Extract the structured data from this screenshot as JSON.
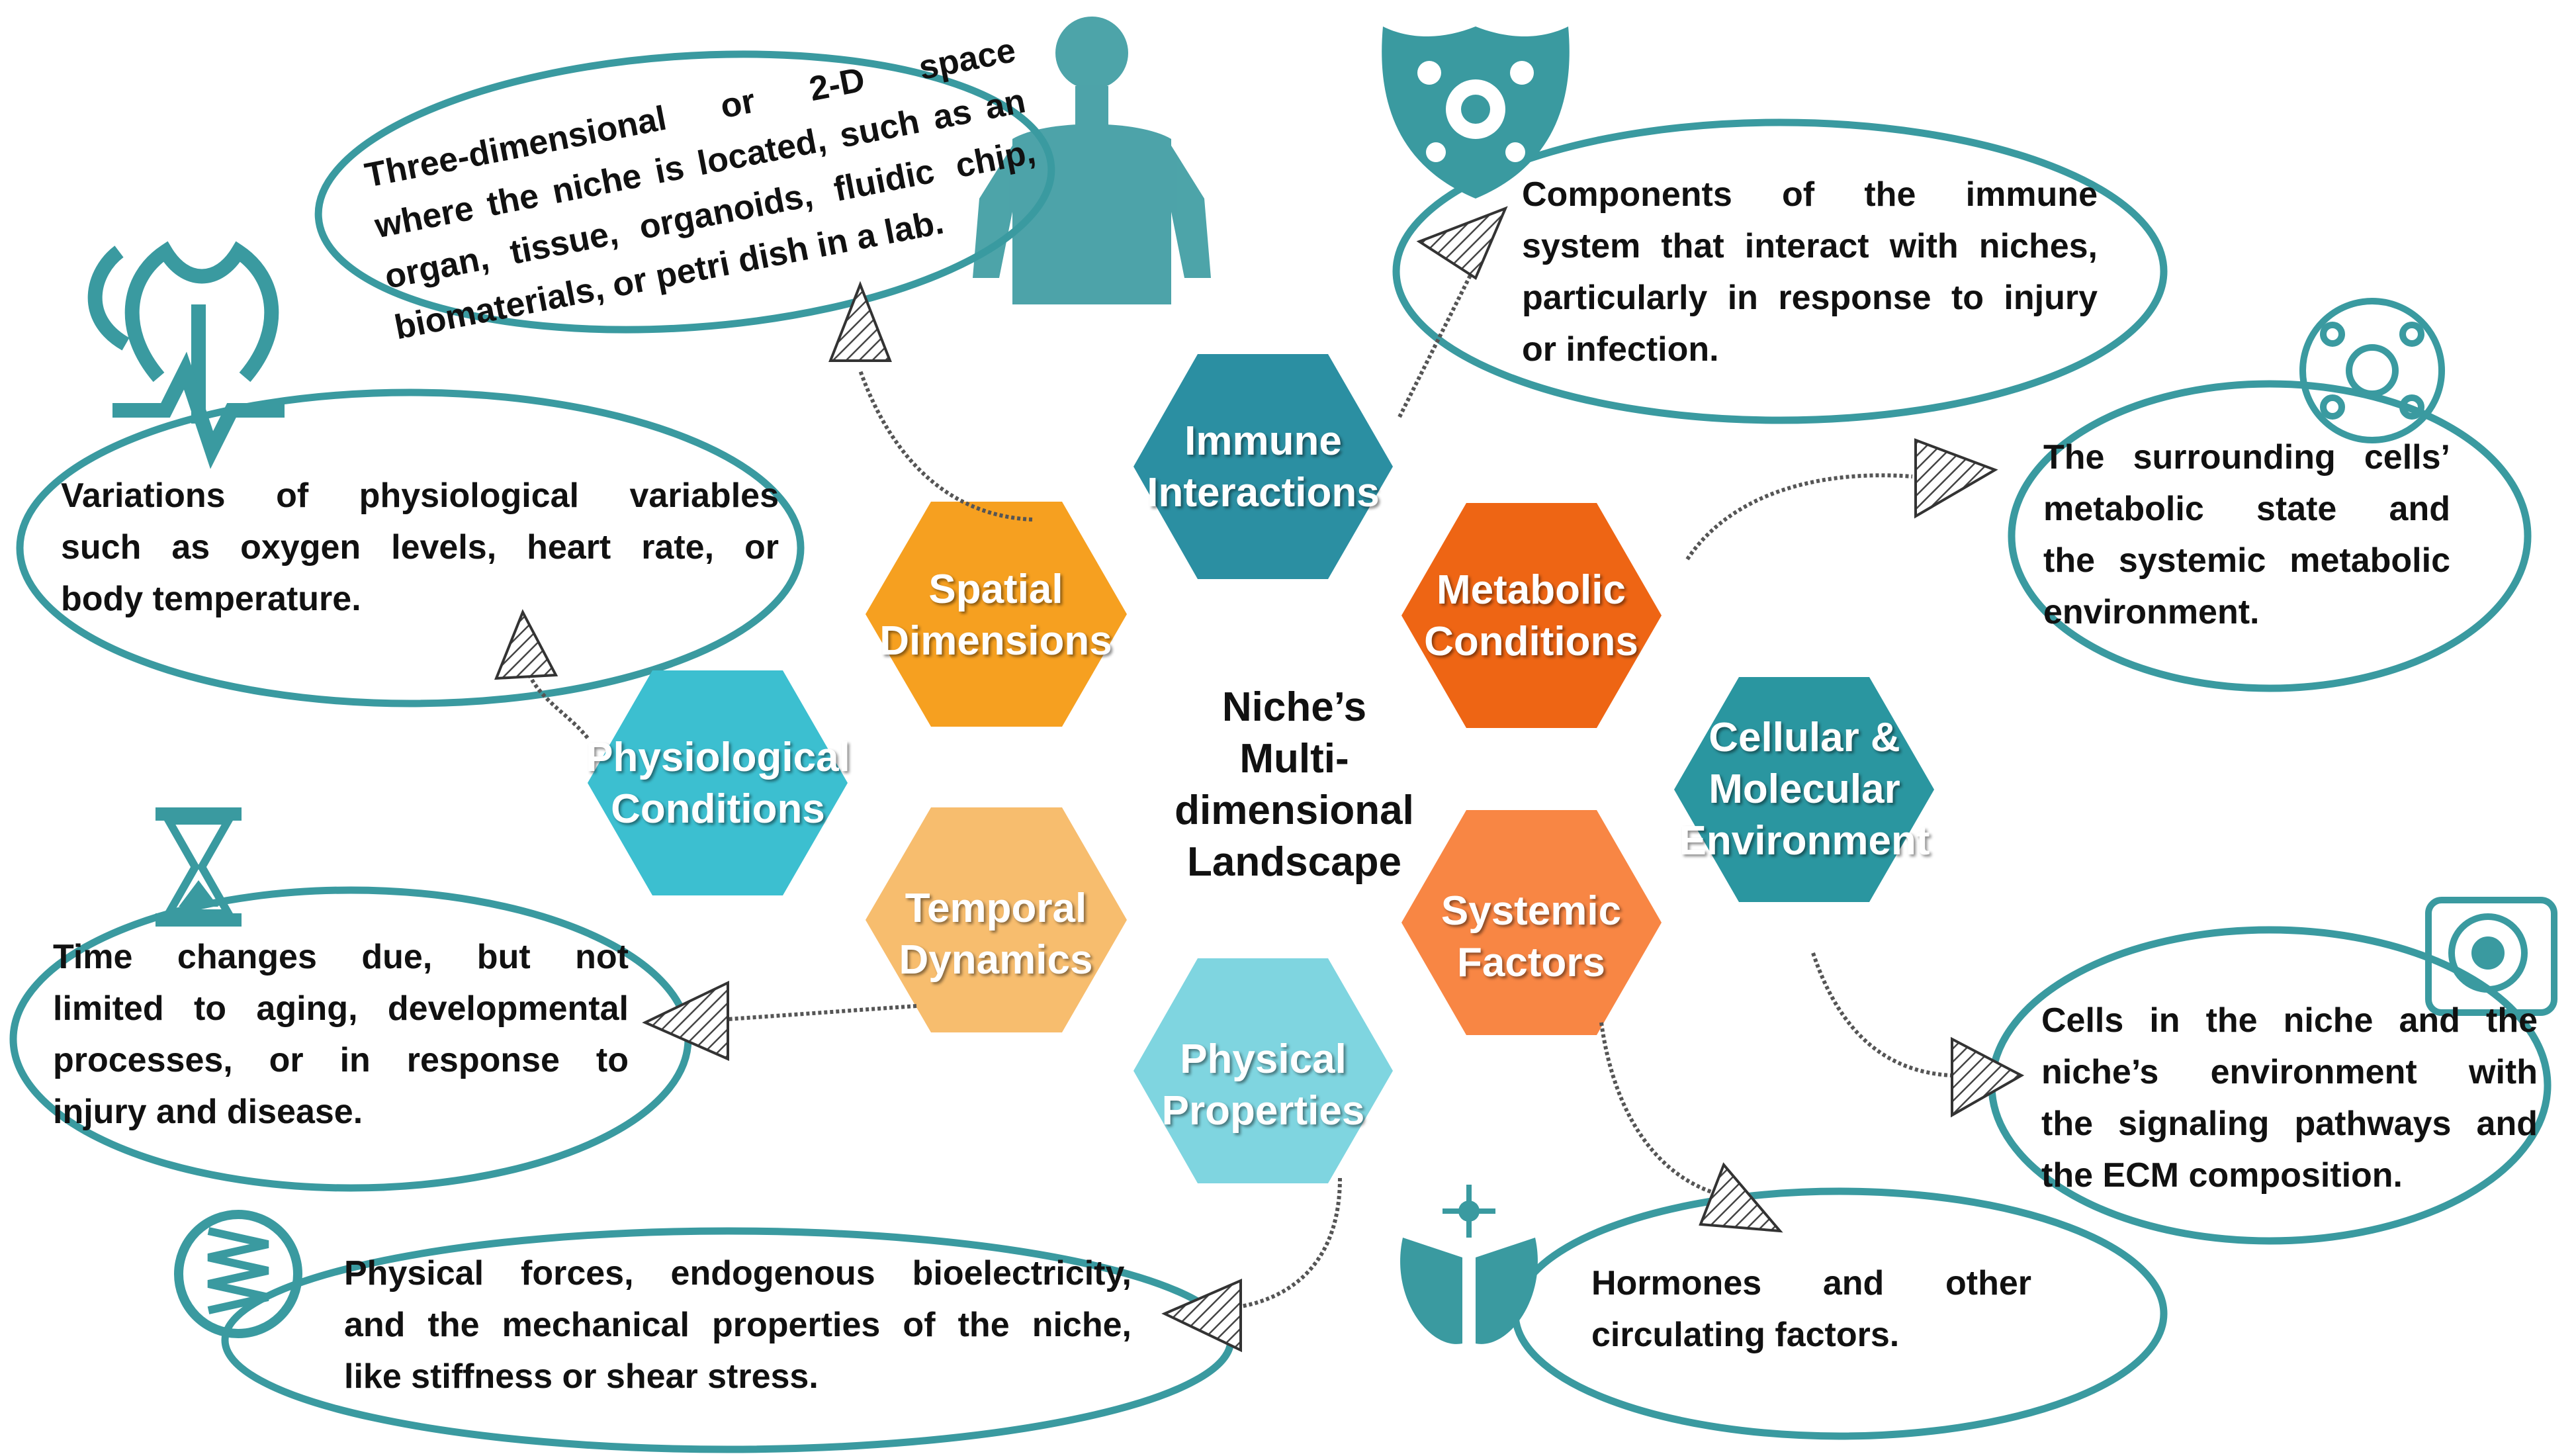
{
  "colors": {
    "ellipse_outline": "#3a9aa0",
    "icon": "#3a9aa0",
    "arrow": "#555555",
    "hex": {
      "immune": "#2b8fa2",
      "spatial": "#f6a020",
      "metabolic": "#ee6514",
      "physiological": "#3cbfd0",
      "cellular": "#2a96a0",
      "temporal": "#f7bd6e",
      "systemic": "#f88644",
      "physical": "#7fd5e0"
    }
  },
  "center": {
    "lines": [
      "Niche’s",
      "Multi-",
      "dimensional",
      "Landscape"
    ]
  },
  "hexagons": {
    "immune": {
      "lines": [
        "Immune",
        "Interactions"
      ]
    },
    "spatial": {
      "lines": [
        "Spatial",
        "Dimensions"
      ]
    },
    "metabolic": {
      "lines": [
        "Metabolic",
        "Conditions"
      ]
    },
    "physiological": {
      "lines": [
        "Physiological",
        "Conditions"
      ]
    },
    "cellular": {
      "lines": [
        "Cellular &",
        "Molecular",
        "Environment"
      ]
    },
    "temporal": {
      "lines": [
        "Temporal",
        "Dynamics"
      ]
    },
    "systemic": {
      "lines": [
        "Systemic",
        "Factors"
      ]
    },
    "physical": {
      "lines": [
        "Physical",
        "Properties"
      ]
    }
  },
  "descriptions": {
    "spatial": [
      "Three-dimensional or 2-D space",
      "where the niche is located, such as an",
      "organ, tissue, organoids, fluidic chip,",
      "biomaterials, or petri dish in a lab."
    ],
    "immune": [
      "Components of the immune",
      "system that interact with niches,",
      "particularly in response to injury",
      "or infection."
    ],
    "physiological": [
      "Variations of physiological variables",
      "such as oxygen levels, heart rate, or",
      "body temperature."
    ],
    "metabolic": [
      "The surrounding cells’",
      "metabolic state and",
      "the systemic metabolic",
      "environment."
    ],
    "temporal": [
      "Time changes due, but not",
      "limited to aging, developmental",
      "processes, or in response to",
      "injury and disease."
    ],
    "cellular": [
      "Cells in the niche and the",
      "niche’s environment with",
      "the signaling pathways and",
      "the ECM composition."
    ],
    "physical": [
      "Physical forces, endogenous bioelectricity,",
      "and the mechanical properties of the niche,",
      "like stiffness or shear stress."
    ],
    "systemic": [
      "Hormones and other",
      "circulating factors."
    ]
  },
  "icons": [
    "human-body-icon",
    "immune-shield-icon",
    "physiology-icon",
    "metabolism-icon",
    "hourglass-icon",
    "cell-icon",
    "spring-icon",
    "endocrine-icon"
  ]
}
